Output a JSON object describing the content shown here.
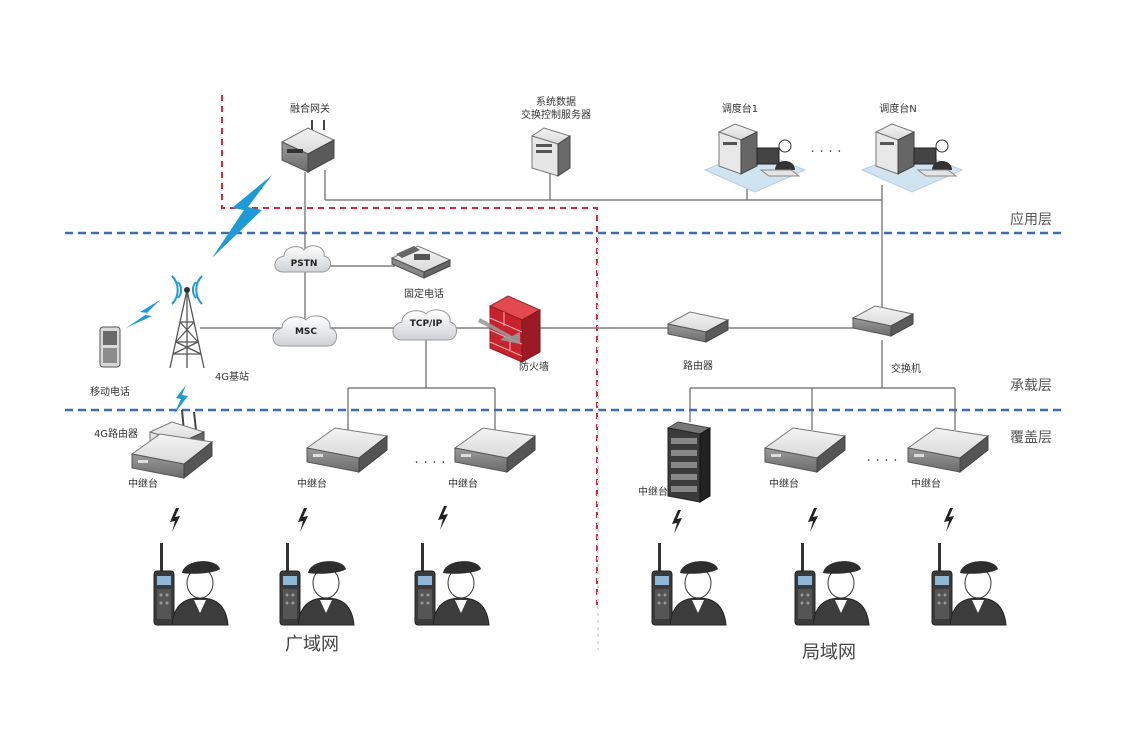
{
  "layers": {
    "application": "应用层",
    "bearer": "承载层",
    "coverage": "覆盖层"
  },
  "nodes": {
    "gateway": "融合网关",
    "server_line1": "系统数据",
    "server_line2": "交换控制服务器",
    "dispatch1": "调度台1",
    "dispatchN": "调度台N",
    "pstn": "PSTN",
    "fixed_phone": "固定电话",
    "msc": "MSC",
    "tcpip": "TCP/IP",
    "firewall": "防火墙",
    "router": "路由器",
    "switch": "交换机",
    "mobile_phone": "移动电话",
    "base_station": "4G基站",
    "router_4g": "4G路由器",
    "repeater": "中继台",
    "ellipsis_dots": "· · · ·"
  },
  "regions": {
    "wan": "广域网",
    "lan": "局域网"
  },
  "colors": {
    "layer_line": "#3f6db1",
    "wan_boundary": "#d62839",
    "link": "#555555",
    "wireless": "#1e9bd7",
    "firewall": "#c8232c"
  }
}
